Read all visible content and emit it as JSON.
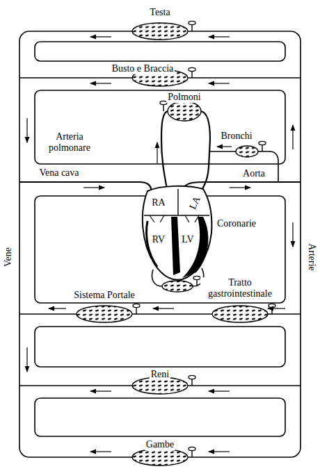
{
  "diagram": {
    "labels": [
      "Testa",
      "Busto e Braccia",
      "Polmoni",
      "Arteria polmonare",
      "Bronchi",
      "Vena cava",
      "Aorta",
      "RA",
      "RV",
      "LV",
      "LA",
      "Coronarie",
      "Sistema Portale",
      "Tratto gastrointestinale",
      "Reni",
      "Gambe",
      "Vene",
      "Arterie"
    ]
  }
}
